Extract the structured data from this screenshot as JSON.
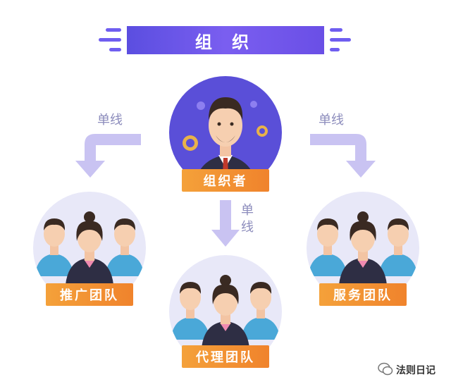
{
  "title": "组 织",
  "center": {
    "label": "组织者"
  },
  "links": {
    "left": "单线",
    "right": "单线",
    "mid_top": "单",
    "mid_bottom": "线"
  },
  "teams": {
    "left": "推广团队",
    "right": "服务团队",
    "mid": "代理团队"
  },
  "footer": {
    "text": "法则日记"
  },
  "colors": {
    "primary": "#5a4fd8",
    "accent": "#f0832c",
    "arrow": "#c9c3f2"
  }
}
